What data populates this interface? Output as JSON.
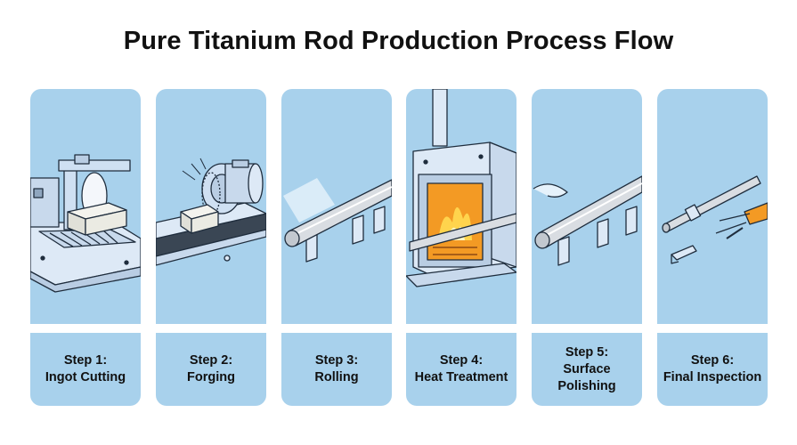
{
  "title": "Pure Titanium Rod Production Process Flow",
  "steps": [
    {
      "step": "Step 1:",
      "name": "Ingot Cutting",
      "icon": "saw-cutting-machine-icon"
    },
    {
      "step": "Step 2:",
      "name": "Forging",
      "icon": "forging-press-icon"
    },
    {
      "step": "Step 3:",
      "name": "Rolling",
      "icon": "rod-rolling-icon"
    },
    {
      "step": "Step 4:",
      "name": "Heat Treatment",
      "icon": "furnace-icon"
    },
    {
      "step": "Step 5:",
      "name_line1": "Surface",
      "name_line2": "Polishing",
      "icon": "polishing-rod-icon"
    },
    {
      "step": "Step 6:",
      "name": "Final Inspection",
      "icon": "inspection-tools-icon"
    }
  ],
  "colors": {
    "card": "#a8d1ec",
    "title": "#111111",
    "machine": "#dde9f6",
    "rod": "#d9dde2",
    "fire": "#f39a24"
  }
}
